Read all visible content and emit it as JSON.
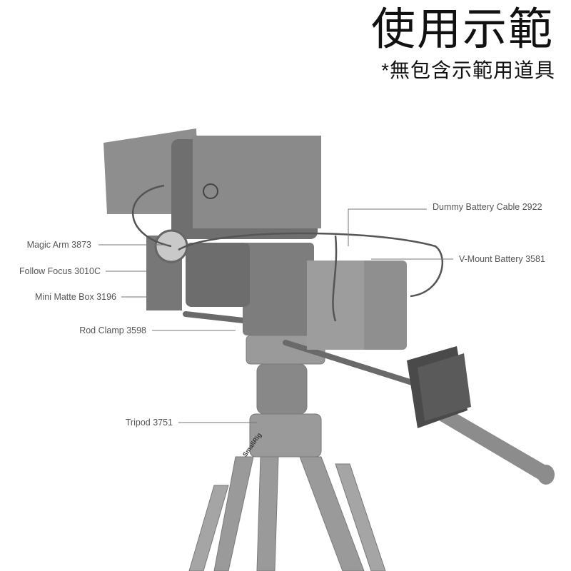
{
  "header": {
    "title": "使用示範",
    "subtitle": "*無包含示範用道具"
  },
  "callouts": {
    "magic_arm": "Magic Arm 3873",
    "follow_focus": "Follow Focus 3010C",
    "matte_box": "Mini Matte Box 3196",
    "rod_clamp": "Rod Clamp 3598",
    "tripod": "Tripod 3751",
    "dummy_cable": "Dummy Battery Cable 2922",
    "vmount": "V-Mount Battery 3581"
  },
  "product_brand": "SmallRig",
  "colors": {
    "text": "#111111",
    "label": "#555555",
    "leader_line": "#777777",
    "product_gray": "#8a8a8a"
  }
}
